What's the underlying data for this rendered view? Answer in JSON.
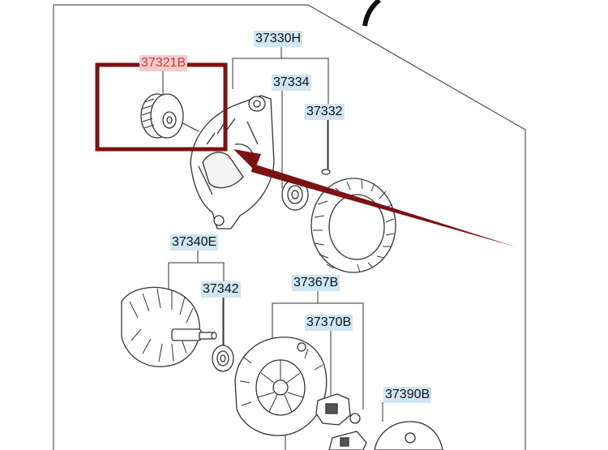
{
  "colors": {
    "callout_box": "#7b1113",
    "arrow": "#7b1113",
    "label_highlight_blue": "#cfe6f5",
    "label_highlight_red": "#f6c9c9",
    "line_art": "#333333"
  },
  "labels": {
    "alternator_assy": "37330H",
    "pulley": "37321B",
    "front_bracket": "37334",
    "bolt": "37332",
    "rotor_assy": "37340E",
    "rotor_bearing": "37342",
    "rectifier_assy": "37367B",
    "regulator_assy": "37370B",
    "rear_cover": "37390B"
  }
}
